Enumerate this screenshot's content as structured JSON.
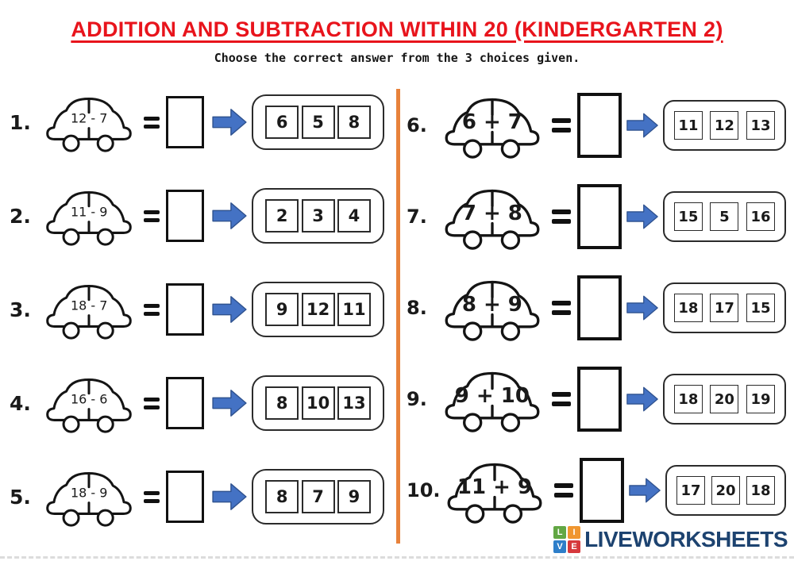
{
  "header": {
    "title": "ADDITION AND SUBTRACTION WITHIN 20 (KINDERGARTEN 2)",
    "subtitle": "Choose the correct answer from the 3 choices given."
  },
  "worksheet": {
    "problems": [
      {
        "number_label": "1.",
        "expression": "12 - 7",
        "answer_value": "",
        "choices": [
          "6",
          "5",
          "8"
        ]
      },
      {
        "number_label": "2.",
        "expression": "11 - 9",
        "answer_value": "",
        "choices": [
          "2",
          "3",
          "4"
        ]
      },
      {
        "number_label": "3.",
        "expression": "18 - 7",
        "answer_value": "",
        "choices": [
          "9",
          "12",
          "11"
        ]
      },
      {
        "number_label": "4.",
        "expression": "16 - 6",
        "answer_value": "",
        "choices": [
          "8",
          "10",
          "13"
        ]
      },
      {
        "number_label": "5.",
        "expression": "18 - 9",
        "answer_value": "",
        "choices": [
          "8",
          "7",
          "9"
        ]
      },
      {
        "number_label": "6.",
        "expression": "6 + 7",
        "answer_value": "",
        "choices": [
          "11",
          "12",
          "13"
        ]
      },
      {
        "number_label": "7.",
        "expression": "7 + 8",
        "answer_value": "",
        "choices": [
          "15",
          "5",
          "16"
        ]
      },
      {
        "number_label": "8.",
        "expression": "8 + 9",
        "answer_value": "",
        "choices": [
          "18",
          "17",
          "15"
        ]
      },
      {
        "number_label": "9.",
        "expression": "9 + 10",
        "answer_value": "",
        "choices": [
          "18",
          "20",
          "19"
        ]
      },
      {
        "number_label": "10.",
        "expression": "11 + 9",
        "answer_value": "",
        "choices": [
          "17",
          "20",
          "18"
        ]
      }
    ]
  },
  "footer": {
    "brand": "LIVEWORKSHEETS",
    "logo_letters": [
      "L",
      "I",
      "V",
      "E"
    ],
    "logo_colors": [
      "#62a744",
      "#f0962f",
      "#2e7ec9",
      "#d6383c"
    ]
  },
  "colors": {
    "title_red": "#e8141c",
    "divider_orange": "#e8823b",
    "arrow_blue": "#4472c4",
    "arrow_blue_outline": "#2f528f",
    "brand_navy": "#1d4370",
    "ink_black": "#141414"
  }
}
